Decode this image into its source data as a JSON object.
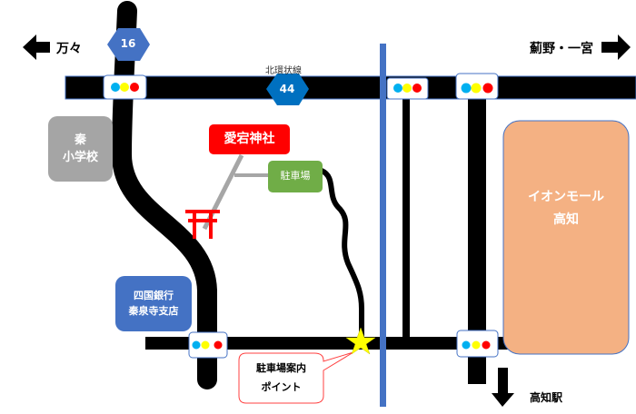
{
  "directions": {
    "west": "万々",
    "east": "薊野・一宮",
    "south": "高知駅"
  },
  "routes": {
    "route_16": "16",
    "route_44": "44",
    "route_44_name": "北環状線"
  },
  "landmarks": {
    "school": [
      "秦",
      "小学校"
    ],
    "shrine": "愛宕神社",
    "parking": "駐車場",
    "bank": [
      "四国銀行",
      "秦泉寺支店"
    ],
    "mall": [
      "イオンモール",
      "高知"
    ]
  },
  "callout": [
    "駐車場案内",
    "ポイント"
  ],
  "colors": {
    "route_sign_16": "#4472C4",
    "route_sign_44": "#0070C0",
    "railway": "#4472C4",
    "mall": "#F4B183",
    "shrine": "#FF0000",
    "parking": "#70AD47",
    "school": "#A5A5A5",
    "star": "#FFFF00"
  }
}
